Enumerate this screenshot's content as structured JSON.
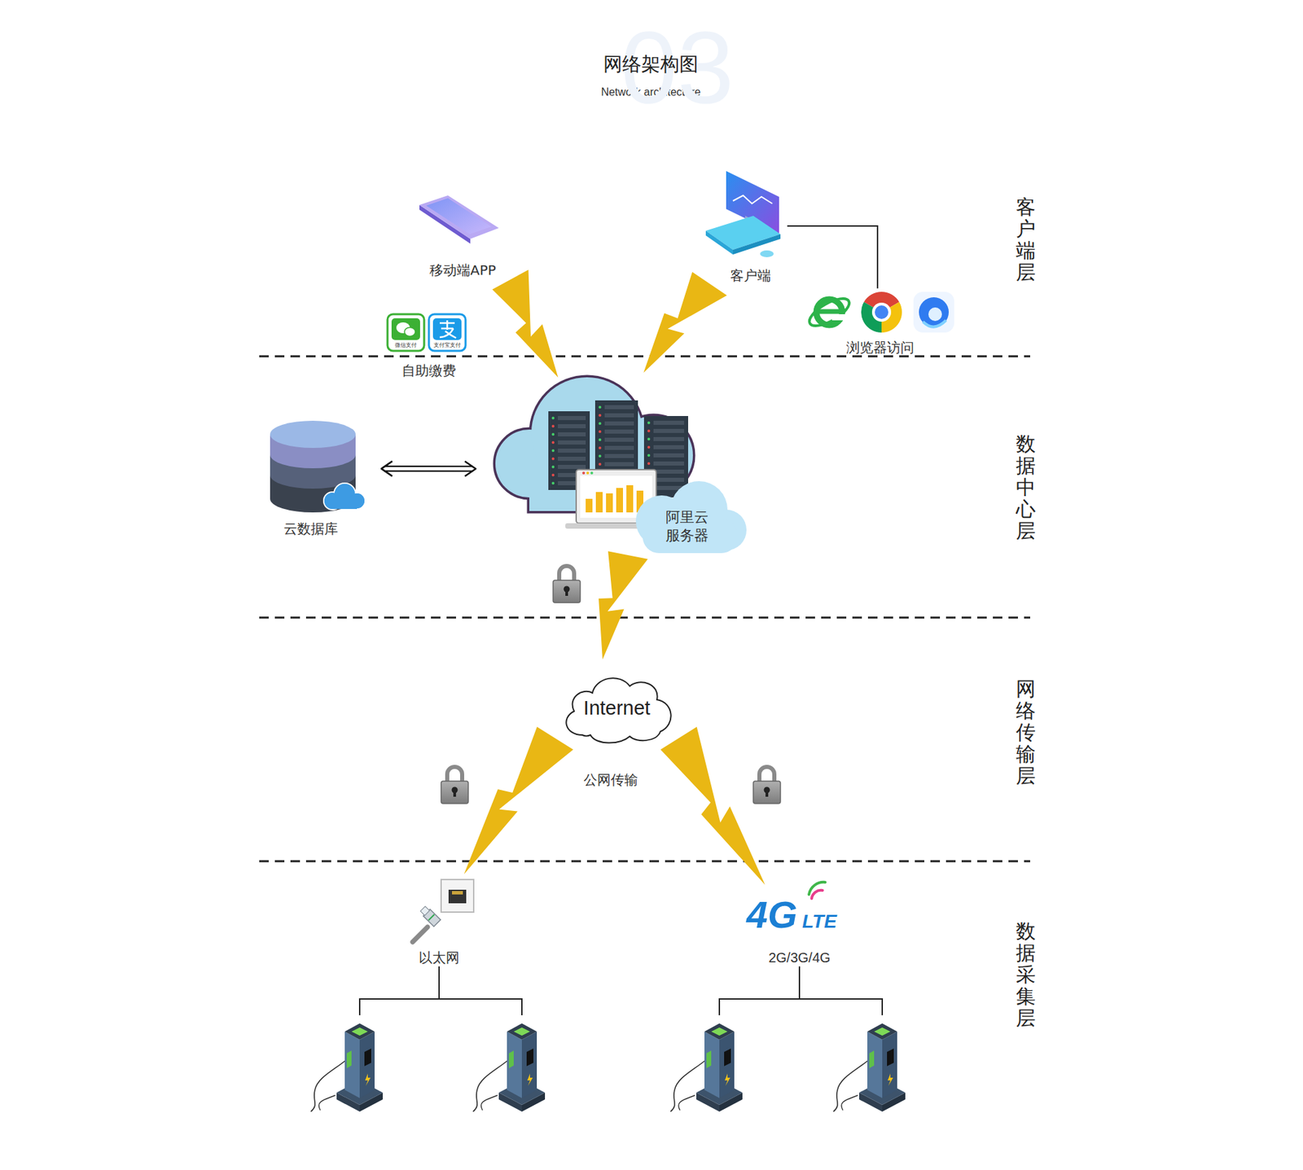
{
  "diagram": {
    "title": "网络架构图",
    "nodes": [
      {
        "text": [
          "移动端APP"
        ]
      },
      {
        "text": [
          "客户端"
        ]
      },
      {
        "text": [
          "浏览器访问"
        ]
      },
      {
        "text": [
          "自助缴费"
        ]
      },
      {
        "text": [
          "云数据库"
        ]
      },
      {
        "text": [
          "阿里云 服务器"
        ]
      },
      {
        "text": [
          "Internet",
          "公网传输"
        ]
      },
      {
        "text": [
          "以太网"
        ]
      },
      {
        "text": [
          "2G/3G/4G"
        ]
      }
    ],
    "edges": [
      {
        "from": 0,
        "to": 5,
        "arrow": "none"
      },
      {
        "from": 1,
        "to": 5,
        "arrow": "none"
      },
      {
        "from": 1,
        "to": 2,
        "arrow": "none"
      },
      {
        "from": 4,
        "to": 5,
        "arrow": "both"
      },
      {
        "from": 5,
        "to": 6,
        "arrow": "none"
      },
      {
        "from": 6,
        "to": 7,
        "arrow": "none"
      },
      {
        "from": 6,
        "to": 8,
        "arrow": "none"
      }
    ],
    "labels": [
      "Network architecture",
      "03",
      "客户端层",
      "数据中心层",
      "网络传输层",
      "数据采集层",
      "微信支付",
      "支付宝支付",
      "4G",
      "LTE"
    ]
  }
}
